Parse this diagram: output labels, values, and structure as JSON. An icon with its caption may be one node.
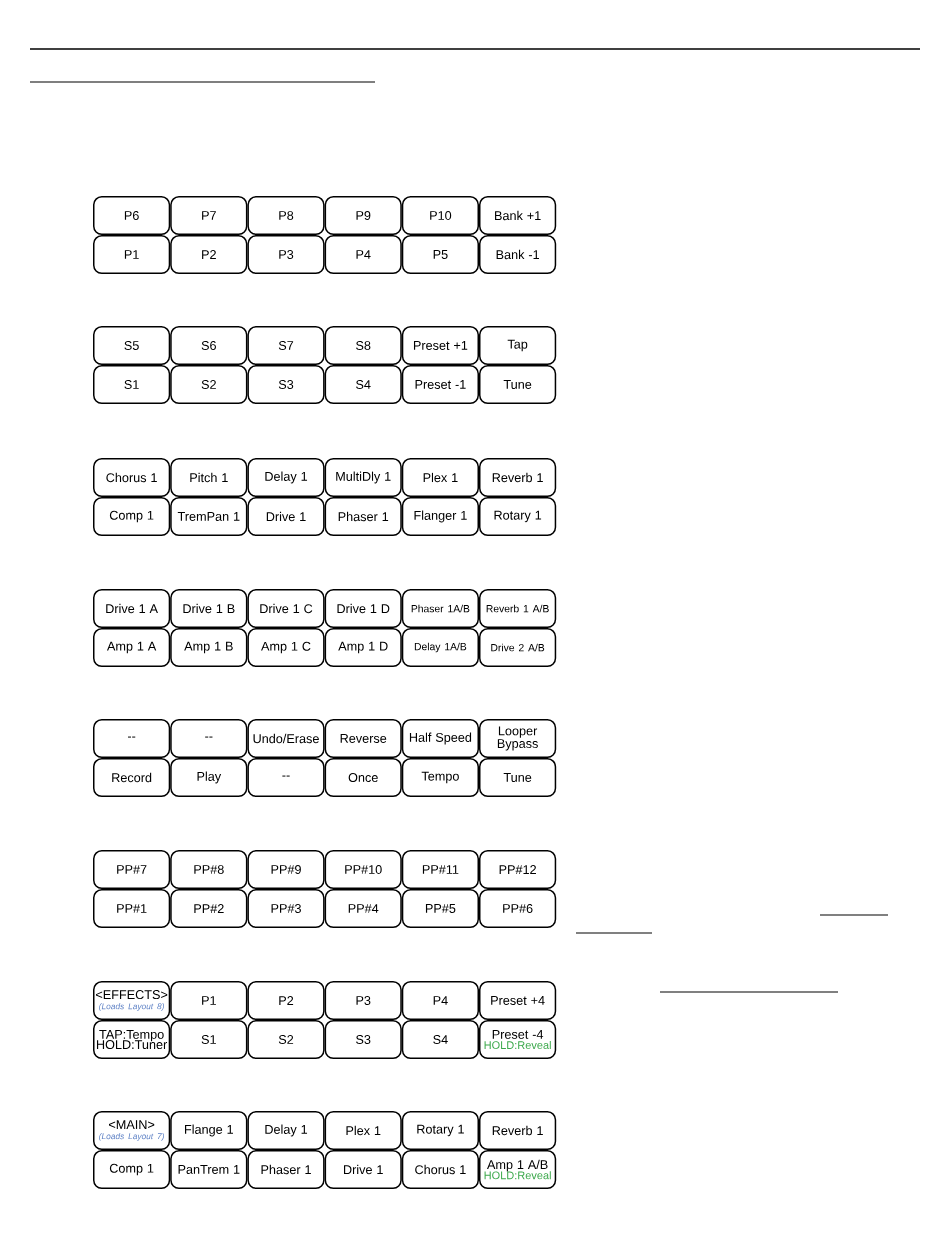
{
  "diagram": {
    "nodes": [
      {
        "text": [
          "P6"
        ]
      },
      {
        "text": [
          "P7"
        ]
      },
      {
        "text": [
          "P8"
        ]
      },
      {
        "text": [
          "P9"
        ]
      },
      {
        "text": [
          "P10"
        ]
      },
      {
        "text": [
          "Bank +1"
        ]
      },
      {
        "text": [
          "P1"
        ]
      },
      {
        "text": [
          "P2"
        ]
      },
      {
        "text": [
          "P3"
        ]
      },
      {
        "text": [
          "P4"
        ]
      },
      {
        "text": [
          "P5"
        ]
      },
      {
        "text": [
          "Bank -1"
        ]
      },
      {
        "text": [
          "S5"
        ]
      },
      {
        "text": [
          "S6"
        ]
      },
      {
        "text": [
          "S7"
        ]
      },
      {
        "text": [
          "S8"
        ]
      },
      {
        "text": [
          "Preset +1"
        ]
      },
      {
        "text": [
          "Tap"
        ]
      },
      {
        "text": [
          "S1"
        ]
      },
      {
        "text": [
          "S2"
        ]
      },
      {
        "text": [
          "S3"
        ]
      },
      {
        "text": [
          "S4"
        ]
      },
      {
        "text": [
          "Preset -1"
        ]
      },
      {
        "text": [
          "Tune"
        ]
      },
      {
        "text": [
          "Chorus 1"
        ]
      },
      {
        "text": [
          "Pitch 1"
        ]
      },
      {
        "text": [
          "Delay 1"
        ]
      },
      {
        "text": [
          "MultiDly 1"
        ]
      },
      {
        "text": [
          "Plex 1"
        ]
      },
      {
        "text": [
          "Reverb 1"
        ]
      },
      {
        "text": [
          "Comp 1"
        ]
      },
      {
        "text": [
          "TremPan 1"
        ]
      },
      {
        "text": [
          "Drive 1"
        ]
      },
      {
        "text": [
          "Phaser 1"
        ]
      },
      {
        "text": [
          "Flanger 1"
        ]
      },
      {
        "text": [
          "Rotary 1"
        ]
      },
      {
        "text": [
          "Drive 1 A"
        ]
      },
      {
        "text": [
          "Drive 1 B"
        ]
      },
      {
        "text": [
          "Drive 1 C"
        ]
      },
      {
        "text": [
          "Drive 1 D"
        ]
      },
      {
        "text": [
          "Phaser 1A/B"
        ]
      },
      {
        "text": [
          "Reverb 1 A/B"
        ]
      },
      {
        "text": [
          "Amp 1 A"
        ]
      },
      {
        "text": [
          "Amp 1 B"
        ]
      },
      {
        "text": [
          "Amp 1 C"
        ]
      },
      {
        "text": [
          "Amp 1 D"
        ]
      },
      {
        "text": [
          "Delay 1A/B"
        ]
      },
      {
        "text": [
          "Drive 2 A/B"
        ]
      },
      {
        "text": [
          "--"
        ]
      },
      {
        "text": [
          "--"
        ]
      },
      {
        "text": [
          "Undo/Erase"
        ]
      },
      {
        "text": [
          "Reverse"
        ]
      },
      {
        "text": [
          "Half Speed"
        ]
      },
      {
        "text": [
          "Looper Bypass"
        ]
      },
      {
        "text": [
          "Record"
        ]
      },
      {
        "text": [
          "Play"
        ]
      },
      {
        "text": [
          "--"
        ]
      },
      {
        "text": [
          "Once"
        ]
      },
      {
        "text": [
          "Tempo"
        ]
      },
      {
        "text": [
          "Tune"
        ]
      },
      {
        "text": [
          "PP#7"
        ]
      },
      {
        "text": [
          "PP#8"
        ]
      },
      {
        "text": [
          "PP#9"
        ]
      },
      {
        "text": [
          "PP#10"
        ]
      },
      {
        "text": [
          "PP#11"
        ]
      },
      {
        "text": [
          "PP#12"
        ]
      },
      {
        "text": [
          "PP#1"
        ]
      },
      {
        "text": [
          "PP#2"
        ]
      },
      {
        "text": [
          "PP#3"
        ]
      },
      {
        "text": [
          "PP#4"
        ]
      },
      {
        "text": [
          "PP#5"
        ]
      },
      {
        "text": [
          "PP#6"
        ]
      },
      {
        "text": [
          "<EFFECTS>",
          "(Loads Layout 8)"
        ]
      },
      {
        "text": [
          "P1"
        ]
      },
      {
        "text": [
          "P2"
        ]
      },
      {
        "text": [
          "P3"
        ]
      },
      {
        "text": [
          "P4"
        ]
      },
      {
        "text": [
          "Preset +4"
        ]
      },
      {
        "text": [
          "TAP:Tempo",
          "HOLD:Tuner"
        ]
      },
      {
        "text": [
          "S1"
        ]
      },
      {
        "text": [
          "S2"
        ]
      },
      {
        "text": [
          "S3"
        ]
      },
      {
        "text": [
          "S4"
        ]
      },
      {
        "text": [
          "Preset -4",
          "HOLD:Reveal"
        ]
      },
      {
        "text": [
          "<MAIN>",
          "(Loads Layout 7)"
        ]
      },
      {
        "text": [
          "Flange 1"
        ]
      },
      {
        "text": [
          "Delay 1"
        ]
      },
      {
        "text": [
          "Plex 1"
        ]
      },
      {
        "text": [
          "Rotary 1"
        ]
      },
      {
        "text": [
          "Reverb 1"
        ]
      },
      {
        "text": [
          "Comp 1"
        ]
      },
      {
        "text": [
          "PanTrem 1"
        ]
      },
      {
        "text": [
          "Phaser 1"
        ]
      },
      {
        "text": [
          "Drive 1"
        ]
      },
      {
        "text": [
          "Chorus 1"
        ]
      },
      {
        "text": [
          "Amp 1 A/B",
          "HOLD:Reveal"
        ]
      }
    ]
  }
}
